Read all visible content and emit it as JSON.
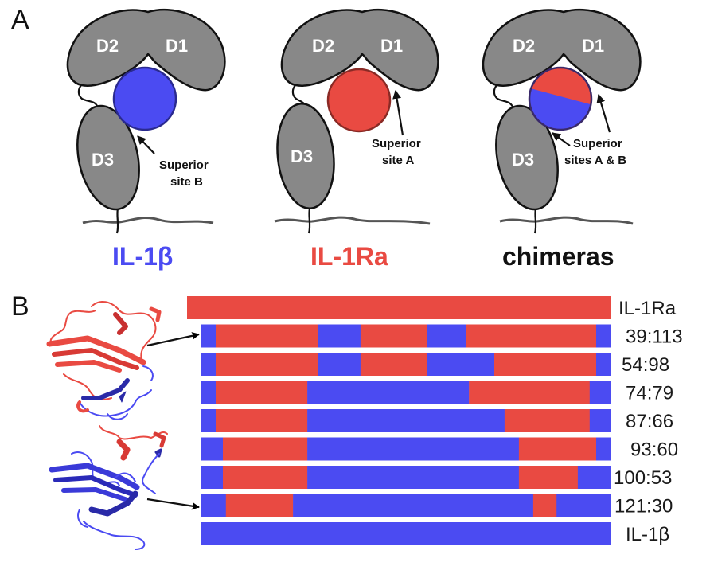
{
  "colors": {
    "il1b_blue": "#4B4BF2",
    "il1ra_red": "#E94A42",
    "domain_gray": "#888888",
    "outline": "#111111",
    "circle_stroke_blue": "#2A2A8F",
    "circle_stroke_red": "#8A2A25"
  },
  "panel_a": {
    "letter": "A",
    "diagrams": [
      {
        "id": "il1b",
        "domains": [
          "D2",
          "D1",
          "D3"
        ],
        "ligand_fill": "blue",
        "site_text": [
          "Superior",
          "site B"
        ],
        "label": "IL-1β",
        "label_color": "#4B4BF2"
      },
      {
        "id": "il1ra",
        "domains": [
          "D2",
          "D1",
          "D3"
        ],
        "ligand_fill": "red",
        "site_text": [
          "Superior",
          "site A"
        ],
        "label": "IL-1Ra",
        "label_color": "#E94A42"
      },
      {
        "id": "chimeras",
        "domains": [
          "D2",
          "D1",
          "D3"
        ],
        "ligand_fill": "split red/blue",
        "site_text": [
          "Superior",
          "sites A & B"
        ],
        "label": "chimeras",
        "label_color": "#111111"
      }
    ]
  },
  "panel_b": {
    "letter": "B",
    "structures": [
      {
        "name": "chimera-structure-mostly-il1ra",
        "description": "ribbon structure, mostly red (IL-1Ra) with blue (IL-1β) region",
        "points_to_row": "39:113"
      },
      {
        "name": "chimera-structure-mostly-il1b",
        "description": "ribbon structure, mostly blue (IL-1β) with red (IL-1Ra) loops",
        "points_to_row": "121:30"
      }
    ],
    "segment_units": "fraction of chimera bar length",
    "rows": [
      {
        "label": "IL-1Ra",
        "type": "reference",
        "segments": [
          {
            "color": "red",
            "start": 0.0,
            "end": 1.0
          }
        ]
      },
      {
        "label": "39:113",
        "segments": [
          {
            "color": "blue",
            "start": 0.0,
            "end": 0.035
          },
          {
            "color": "red",
            "start": 0.035,
            "end": 0.284
          },
          {
            "color": "blue",
            "start": 0.284,
            "end": 0.389
          },
          {
            "color": "red",
            "start": 0.389,
            "end": 0.551
          },
          {
            "color": "blue",
            "start": 0.551,
            "end": 0.646
          },
          {
            "color": "red",
            "start": 0.646,
            "end": 0.965
          },
          {
            "color": "blue",
            "start": 0.965,
            "end": 1.0
          }
        ]
      },
      {
        "label": "54:98",
        "segments": [
          {
            "color": "blue",
            "start": 0.0,
            "end": 0.035
          },
          {
            "color": "red",
            "start": 0.035,
            "end": 0.284
          },
          {
            "color": "blue",
            "start": 0.284,
            "end": 0.389
          },
          {
            "color": "red",
            "start": 0.389,
            "end": 0.551
          },
          {
            "color": "blue",
            "start": 0.551,
            "end": 0.716
          },
          {
            "color": "red",
            "start": 0.716,
            "end": 0.965
          },
          {
            "color": "blue",
            "start": 0.965,
            "end": 1.0
          }
        ]
      },
      {
        "label": "74:79",
        "segments": [
          {
            "color": "blue",
            "start": 0.0,
            "end": 0.035
          },
          {
            "color": "red",
            "start": 0.035,
            "end": 0.259
          },
          {
            "color": "blue",
            "start": 0.259,
            "end": 0.654
          },
          {
            "color": "red",
            "start": 0.654,
            "end": 0.949
          },
          {
            "color": "blue",
            "start": 0.949,
            "end": 1.0
          }
        ]
      },
      {
        "label": "87:66",
        "segments": [
          {
            "color": "blue",
            "start": 0.0,
            "end": 0.035
          },
          {
            "color": "red",
            "start": 0.035,
            "end": 0.259
          },
          {
            "color": "blue",
            "start": 0.259,
            "end": 0.741
          },
          {
            "color": "red",
            "start": 0.741,
            "end": 0.949
          },
          {
            "color": "blue",
            "start": 0.949,
            "end": 1.0
          }
        ]
      },
      {
        "label": "93:60",
        "segments": [
          {
            "color": "blue",
            "start": 0.0,
            "end": 0.0525
          },
          {
            "color": "red",
            "start": 0.0525,
            "end": 0.259
          },
          {
            "color": "blue",
            "start": 0.259,
            "end": 0.776
          },
          {
            "color": "red",
            "start": 0.776,
            "end": 0.965
          },
          {
            "color": "blue",
            "start": 0.965,
            "end": 1.0
          }
        ]
      },
      {
        "label": "100:53",
        "segments": [
          {
            "color": "blue",
            "start": 0.0,
            "end": 0.0525
          },
          {
            "color": "red",
            "start": 0.0525,
            "end": 0.259
          },
          {
            "color": "blue",
            "start": 0.259,
            "end": 0.776
          },
          {
            "color": "red",
            "start": 0.776,
            "end": 0.92
          },
          {
            "color": "blue",
            "start": 0.92,
            "end": 1.0
          }
        ]
      },
      {
        "label": "121:30",
        "segments": [
          {
            "color": "blue",
            "start": 0.0,
            "end": 0.06
          },
          {
            "color": "red",
            "start": 0.06,
            "end": 0.224
          },
          {
            "color": "blue",
            "start": 0.224,
            "end": 0.811
          },
          {
            "color": "red",
            "start": 0.811,
            "end": 0.868
          },
          {
            "color": "blue",
            "start": 0.868,
            "end": 1.0
          }
        ]
      },
      {
        "label": "IL-1β",
        "type": "reference",
        "segments": [
          {
            "color": "blue",
            "start": 0.0,
            "end": 1.0
          }
        ]
      }
    ]
  }
}
